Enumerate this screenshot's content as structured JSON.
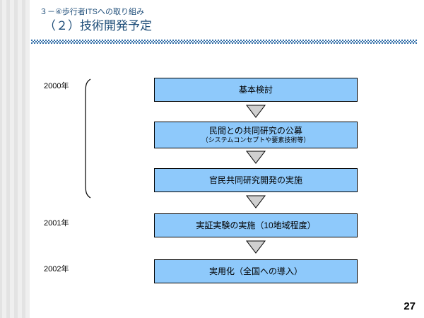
{
  "slide": {
    "subtitle": "３－④歩行者ITSへの取り組み",
    "title": "（２）技術開発予定",
    "page_number": "27",
    "accent_color": "#1f4e79",
    "divider_color": "#2f6da8",
    "box_fill_color": "#8ec9fb",
    "box_border_color": "#000000",
    "arrow_fill_color": "#cfcfcf",
    "stripe_colors": [
      "#e3e3e3",
      "#efefef"
    ]
  },
  "timeline": {
    "years": [
      {
        "label": "2000年"
      },
      {
        "label": "2001年"
      },
      {
        "label": "2002年"
      }
    ],
    "brace_name": "year-2000-grouping-brace"
  },
  "flowchart": {
    "type": "vertical-flow",
    "steps": [
      {
        "line1": "基本検討",
        "line2": ""
      },
      {
        "line1": "民間との共同研究の公募",
        "line2": "（システムコンセプトや要素技術等）"
      },
      {
        "line1": "官民共同研究開発の実施",
        "line2": ""
      },
      {
        "line1": "実証実験の実施（10地域程度）",
        "line2": ""
      },
      {
        "line1": "実用化（全国への導入）",
        "line2": ""
      }
    ],
    "connector_icon": "down-triangle-arrow",
    "connector_count": 4
  }
}
